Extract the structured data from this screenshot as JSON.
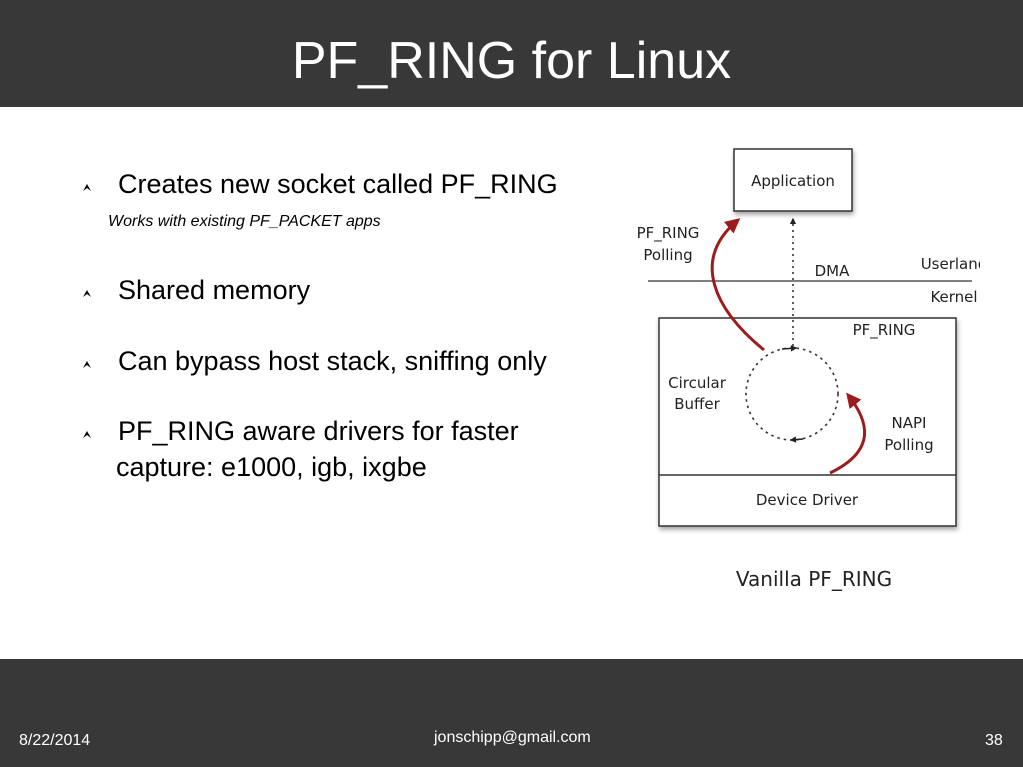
{
  "slide": {
    "title": "PF_RING for Linux",
    "bullets": [
      {
        "text": "Creates new socket called PF_RING",
        "icon": "bullet-arrow-icon"
      },
      {
        "text": "Shared memory",
        "icon": "bullet-arrow-icon"
      },
      {
        "text": "Can bypass host stack, sniffing only",
        "icon": "bullet-arrow-icon"
      },
      {
        "text": "PF_RING aware drivers for faster",
        "icon": "bullet-arrow-icon"
      }
    ],
    "bullet4_continuation": "capture: e1000, igb, ixgbe",
    "sub_bullet": "Works with existing PF_PACKET apps"
  },
  "diagram": {
    "application": "Application",
    "pf_ring_polling_1": "PF_RING",
    "pf_ring_polling_2": "Polling",
    "dma": "DMA",
    "userland": "Userland",
    "kernel": "Kernel",
    "pf_ring": "PF_RING",
    "circular_1": "Circular",
    "circular_2": "Buffer",
    "napi_1": "NAPI",
    "napi_2": "Polling",
    "device_driver": "Device Driver",
    "caption": "Vanilla PF_RING",
    "arrow_color": "#9b1c1c"
  },
  "footer": {
    "date": "8/22/2014",
    "email": "jonschipp@gmail.com",
    "page": "38"
  }
}
